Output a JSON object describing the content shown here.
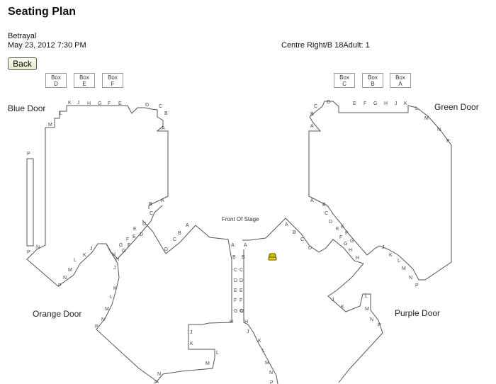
{
  "page": {
    "title": "Seating Plan"
  },
  "show": {
    "name": "Betrayal",
    "datetime": "May 23, 2012 7:30 PM"
  },
  "selection": {
    "summary": "Centre Right/B 18Adult: 1"
  },
  "nav": {
    "back_label": "Back"
  },
  "boxes": {
    "d": {
      "line1": "Box",
      "line2": "D"
    },
    "e": {
      "line1": "Box",
      "line2": "E"
    },
    "f": {
      "line1": "Box",
      "line2": "F"
    },
    "c": {
      "line1": "Box",
      "line2": "C"
    },
    "b": {
      "line1": "Box",
      "line2": "B"
    },
    "a": {
      "line1": "Box",
      "line2": "A"
    }
  },
  "doors": {
    "blue": "Blue Door",
    "green": "Green Door",
    "orange": "Orange Door",
    "purple": "Purple Door"
  },
  "stage_label": "Front Of Stage",
  "row_labels": [
    "A",
    "B",
    "C",
    "D",
    "E",
    "F",
    "G",
    "H",
    "J",
    "K",
    "L",
    "M",
    "N",
    "P"
  ],
  "selected_seat": {
    "row": "B",
    "seat": "18",
    "icon": "seat-icon"
  },
  "colors": {
    "seat_selected": "#d4c200",
    "lines": "#555555"
  }
}
